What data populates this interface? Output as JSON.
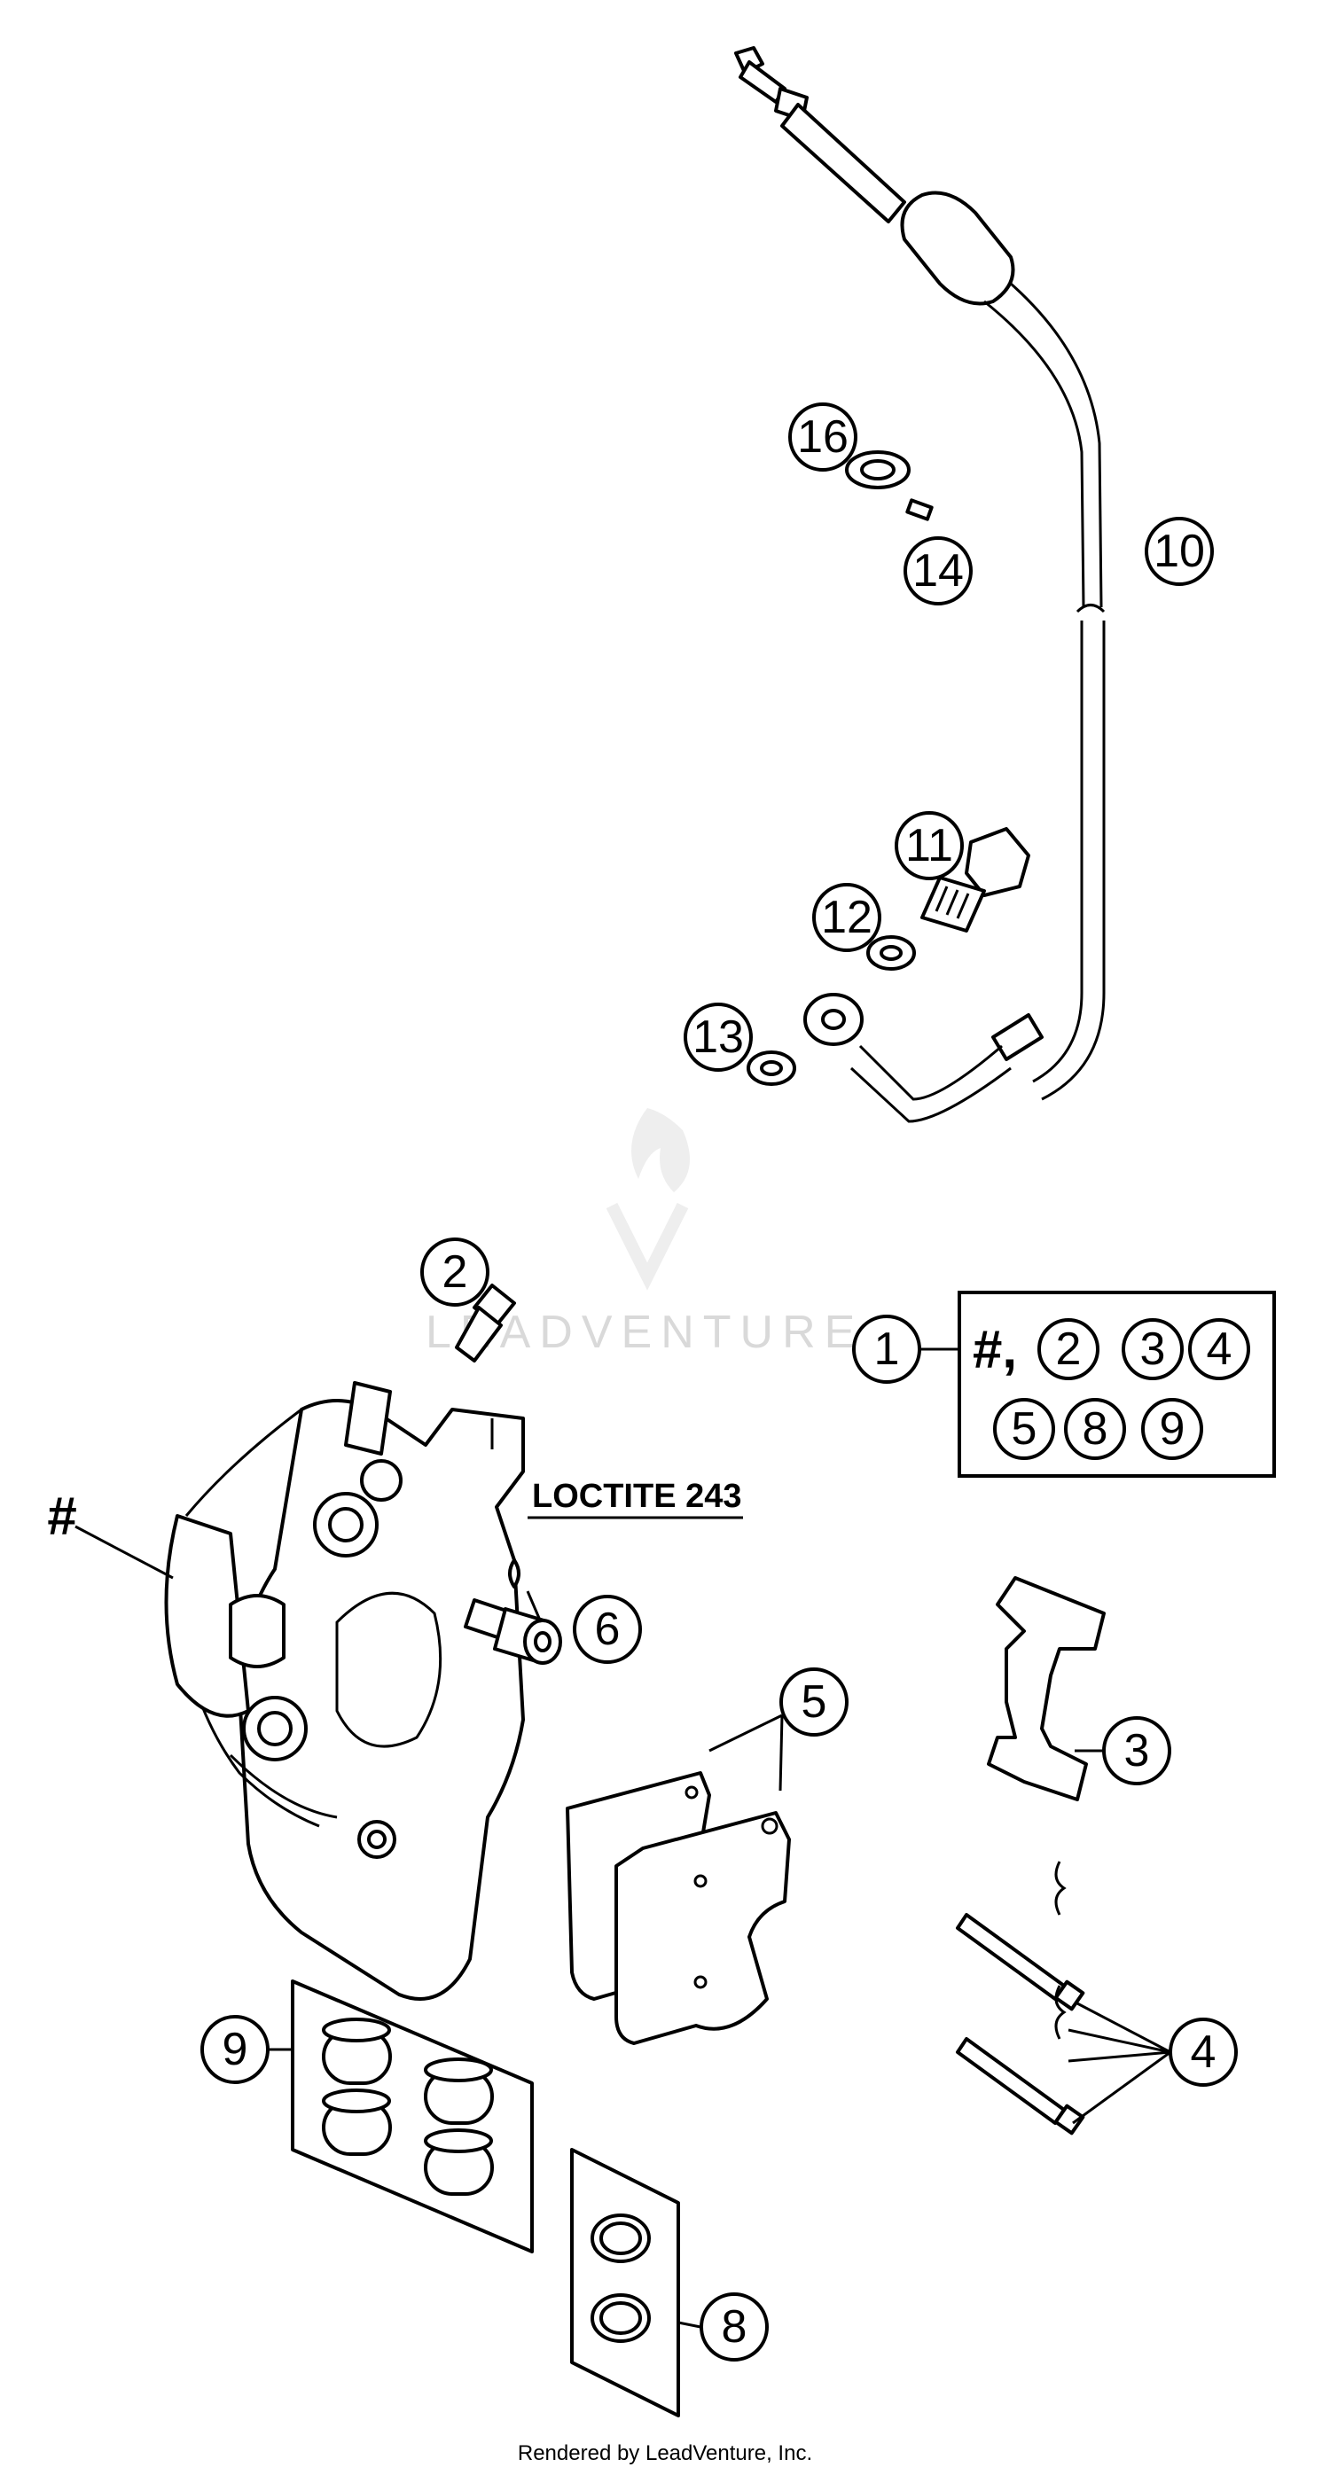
{
  "callouts": {
    "c1": "1",
    "c2": "2",
    "c3": "3",
    "c4": "4",
    "c5": "5",
    "c6": "6",
    "c8": "8",
    "c9": "9",
    "c10": "10",
    "c11": "11",
    "c12": "12",
    "c13": "13",
    "c14": "14",
    "c16": "16"
  },
  "hash_label": "#",
  "kit_box": {
    "hash": "#,",
    "items": [
      "2",
      "3",
      "4",
      "5",
      "8",
      "9"
    ]
  },
  "loctite_label": "LOCTITE 243",
  "watermark": "LEADVENTURE",
  "footer": "Rendered by LeadVenture, Inc."
}
